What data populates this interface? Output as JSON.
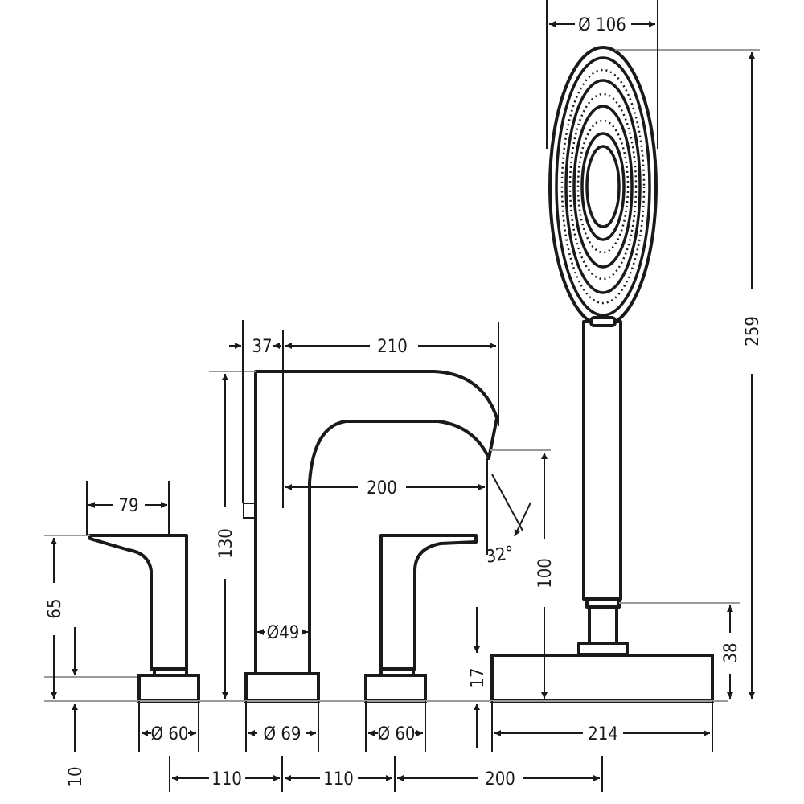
{
  "dimensions": {
    "shower_head_diameter": "Ø 106",
    "total_height": "259",
    "spout_offset": "37",
    "spout_reach": "210",
    "spout_inner_reach": "200",
    "spout_height": "130",
    "spout_outlet_height": "100",
    "spout_angle": "32°",
    "spout_body_diameter": "Ø49",
    "handle_length": "79",
    "handle_height": "65",
    "handle_flange_height": "10",
    "shower_mount_height": "38",
    "shower_base_height": "17",
    "shower_base_width": "214",
    "left_flange_diameter": "Ø 60",
    "spout_flange_diameter": "Ø 69",
    "right_flange_diameter": "Ø 60",
    "spacing_left": "110",
    "spacing_middle": "110",
    "spacing_right": "200"
  }
}
